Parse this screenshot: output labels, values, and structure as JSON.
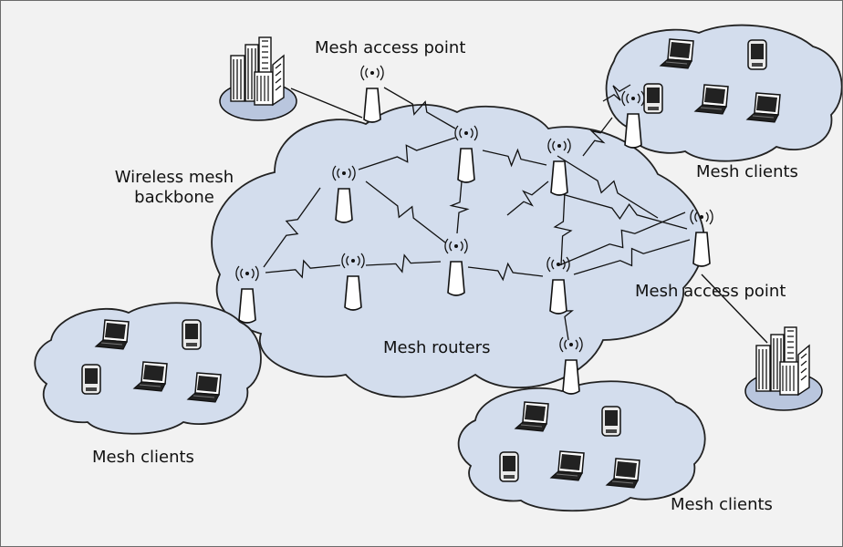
{
  "labels": {
    "ap_top": "Mesh access point",
    "ap_right": "Mesh access point",
    "backbone_line1": "Wireless mesh",
    "backbone_line2": "backbone",
    "routers": "Mesh routers",
    "clients_top_right": "Mesh clients",
    "clients_left": "Mesh clients",
    "clients_bottom": "Mesh clients"
  },
  "colors": {
    "background": "#f2f2f2",
    "cloud_fill": "#d3dded",
    "cloud_stroke": "#222222",
    "building_base": "#b9c6de",
    "device": "#ffffff",
    "link": "#111111"
  },
  "icons": {
    "router": "mesh-router-icon",
    "laptop": "laptop-icon",
    "pda": "pda-icon",
    "building": "building-icon",
    "wireless_link": "lightning-link-icon"
  }
}
